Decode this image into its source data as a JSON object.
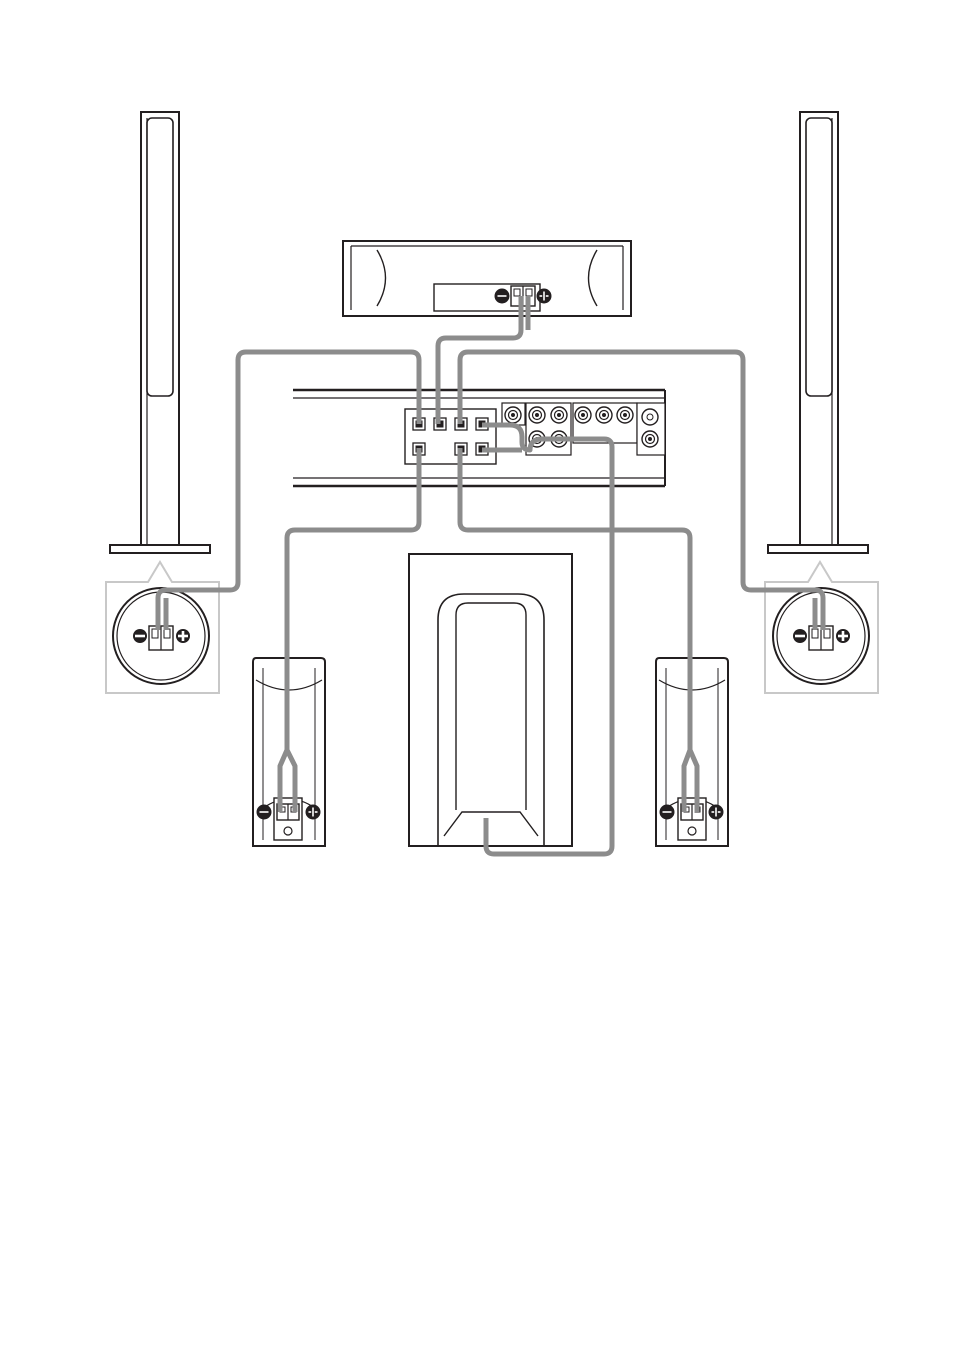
{
  "colors": {
    "line": "#231f20",
    "cable": "#8c8c8c",
    "callout": "#c8c8c8",
    "background": "#ffffff"
  },
  "icons": {
    "minus_terminal": "minus-terminal-icon",
    "plus_terminal": "plus-terminal-icon",
    "spring_clip": "speaker-clip-terminal-icon"
  },
  "diagram": {
    "components": [
      "front-left-tall-speaker",
      "front-right-tall-speaker",
      "center-speaker",
      "receiver-rear-panel",
      "subwoofer",
      "surround-left-speaker",
      "surround-right-speaker"
    ],
    "connections": [
      {
        "from": "front-left-tall-speaker",
        "to": "receiver-rear-panel"
      },
      {
        "from": "front-right-tall-speaker",
        "to": "receiver-rear-panel"
      },
      {
        "from": "center-speaker",
        "to": "receiver-rear-panel"
      },
      {
        "from": "surround-left-speaker",
        "to": "receiver-rear-panel"
      },
      {
        "from": "surround-right-speaker",
        "to": "receiver-rear-panel"
      },
      {
        "from": "subwoofer",
        "to": "receiver-rear-panel"
      }
    ]
  }
}
